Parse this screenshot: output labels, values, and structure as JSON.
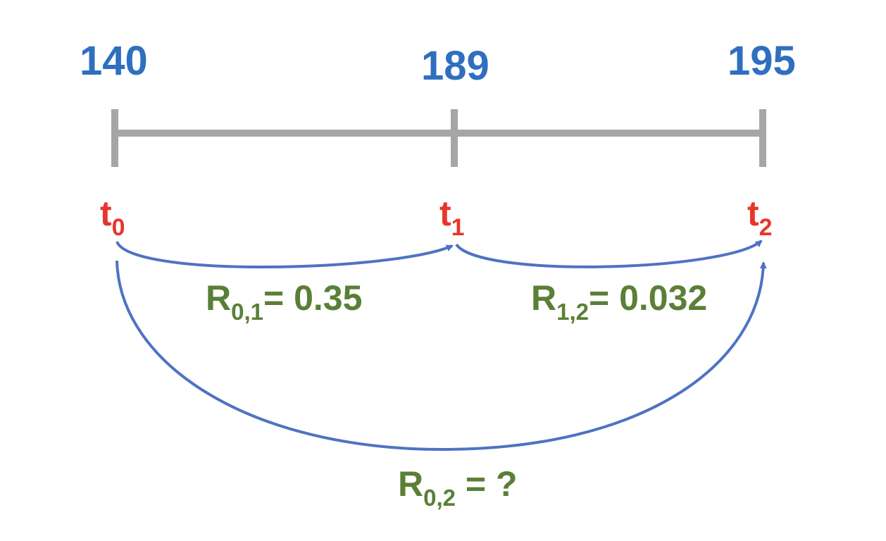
{
  "values": [
    "140",
    "189",
    "195"
  ],
  "time_points": [
    {
      "base": "t",
      "sub": "0"
    },
    {
      "base": "t",
      "sub": "1"
    },
    {
      "base": "t",
      "sub": "2"
    }
  ],
  "returns": [
    {
      "base": "R",
      "sub": "0,1",
      "text": "= 0.35"
    },
    {
      "base": "R",
      "sub": "1,2",
      "text": "= 0.032"
    },
    {
      "base": "R",
      "sub": "0,2",
      "text": " = ?"
    }
  ],
  "colors": {
    "value": "#2f6fbf",
    "time_label": "#e8352c",
    "return_label": "#5a7f36",
    "timeline": "#a6a6a6",
    "arrow": "#4f72c2"
  }
}
